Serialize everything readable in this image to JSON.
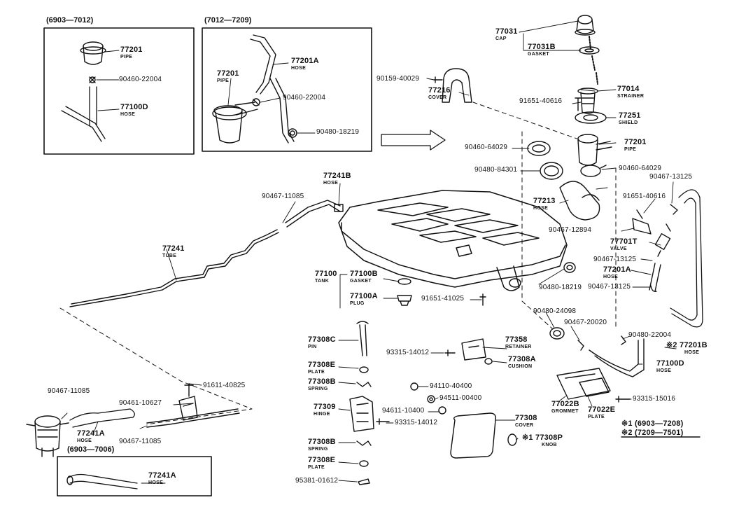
{
  "boxes": {
    "top_left": "(6903—7012)",
    "top_mid": "(7012—7209)",
    "bottom_left": "(6903—7006)"
  },
  "notes": {
    "n1": "※1 (6903—7208)",
    "n2": "※2 (7209—7501)"
  },
  "parts": {
    "p77201_a": {
      "no": "77201",
      "name": "PIPE"
    },
    "p90460_22004_a": {
      "no": "90460-22004"
    },
    "p77100d_a": {
      "no": "77100D",
      "name": "HOSE"
    },
    "p77201a_a": {
      "no": "77201A",
      "name": "HOSE"
    },
    "p77201_b": {
      "no": "77201",
      "name": "PIPE"
    },
    "p90460_22004_b": {
      "no": "90460-22004"
    },
    "p90480_18219_a": {
      "no": "90480-18219"
    },
    "p77031": {
      "no": "77031",
      "name": "CAP"
    },
    "p77031b": {
      "no": "77031B",
      "name": "GASKET"
    },
    "p90159": {
      "no": "90159-40029"
    },
    "p77216": {
      "no": "77216",
      "name": "COVER"
    },
    "p77014": {
      "no": "77014",
      "name": "STRAINER"
    },
    "p91651_40616_a": {
      "no": "91651-40616"
    },
    "p77251": {
      "no": "77251",
      "name": "SHIELD"
    },
    "p77201_c": {
      "no": "77201",
      "name": "PIPE"
    },
    "p90460_64029_a": {
      "no": "90460-64029"
    },
    "p90460_64029_b": {
      "no": "90460-64029"
    },
    "p90480_84301": {
      "no": "90480-84301"
    },
    "p90467_13125_a": {
      "no": "90467-13125"
    },
    "p77241b": {
      "no": "77241B",
      "name": "HOSE"
    },
    "p90467_11085_a": {
      "no": "90467-11085"
    },
    "p77213": {
      "no": "77213",
      "name": "HOSE"
    },
    "p91651_40616_b": {
      "no": "91651-40616"
    },
    "p90467_12894": {
      "no": "90467-12894"
    },
    "p77701t": {
      "no": "77701T",
      "name": "VALVE"
    },
    "p90467_13125_b": {
      "no": "90467-13125"
    },
    "p77201a_b": {
      "no": "77201A",
      "name": "HOSE"
    },
    "p90467_13125_c": {
      "no": "90467-13125"
    },
    "p77241": {
      "no": "77241",
      "name": "TUBE"
    },
    "p77100": {
      "no": "77100",
      "name": "TANK"
    },
    "p77100b": {
      "no": "77100B",
      "name": "GASKET"
    },
    "p77100a": {
      "no": "77100A",
      "name": "PLUG"
    },
    "p91651_41025": {
      "no": "91651-41025"
    },
    "p90480_18219_b": {
      "no": "90480-18219"
    },
    "p90480_24098": {
      "no": "90480-24098"
    },
    "p90467_20020": {
      "no": "90467-20020"
    },
    "p90480_22004": {
      "no": "90480-22004"
    },
    "p77201b": {
      "no": "77201B",
      "name": "HOSE",
      "mark": "※2"
    },
    "p77308c": {
      "no": "77308C",
      "name": "PIN"
    },
    "p77358": {
      "no": "77358",
      "name": "RETAINER"
    },
    "p93315_14012_a": {
      "no": "93315-14012"
    },
    "p77308a": {
      "no": "77308A",
      "name": "CUSHION"
    },
    "p77308e_a": {
      "no": "77308E",
      "name": "PLATE"
    },
    "p77308b_a": {
      "no": "77308B",
      "name": "SPRING"
    },
    "p94110": {
      "no": "94110-40400"
    },
    "p94511": {
      "no": "94511-00400"
    },
    "p77309": {
      "no": "77309",
      "name": "HINGE"
    },
    "p94611": {
      "no": "94611-10400"
    },
    "p93315_14012_b": {
      "no": "93315-14012"
    },
    "p77308": {
      "no": "77308",
      "name": "COVER"
    },
    "p77308p": {
      "no": "77308P",
      "name": "KNOB",
      "mark": "※1"
    },
    "p77308b_b": {
      "no": "77308B",
      "name": "SPRING"
    },
    "p77308e_b": {
      "no": "77308E",
      "name": "PLATE"
    },
    "p95381": {
      "no": "95381-01612"
    },
    "p77100d_b": {
      "no": "77100D",
      "name": "HOSE"
    },
    "p77022b": {
      "no": "77022B",
      "name": "GROMMET"
    },
    "p77022e": {
      "no": "77022E",
      "name": "PLATE"
    },
    "p93315_15016": {
      "no": "93315-15016"
    },
    "p90467_11085_b": {
      "no": "90467-11085"
    },
    "p91611": {
      "no": "91611-40825"
    },
    "p90461": {
      "no": "90461-10627"
    },
    "p77241a_a": {
      "no": "77241A",
      "name": "HOSE"
    },
    "p90467_11085_c": {
      "no": "90467-11085"
    },
    "p77241a_b": {
      "no": "77241A",
      "name": "HOSE"
    }
  }
}
